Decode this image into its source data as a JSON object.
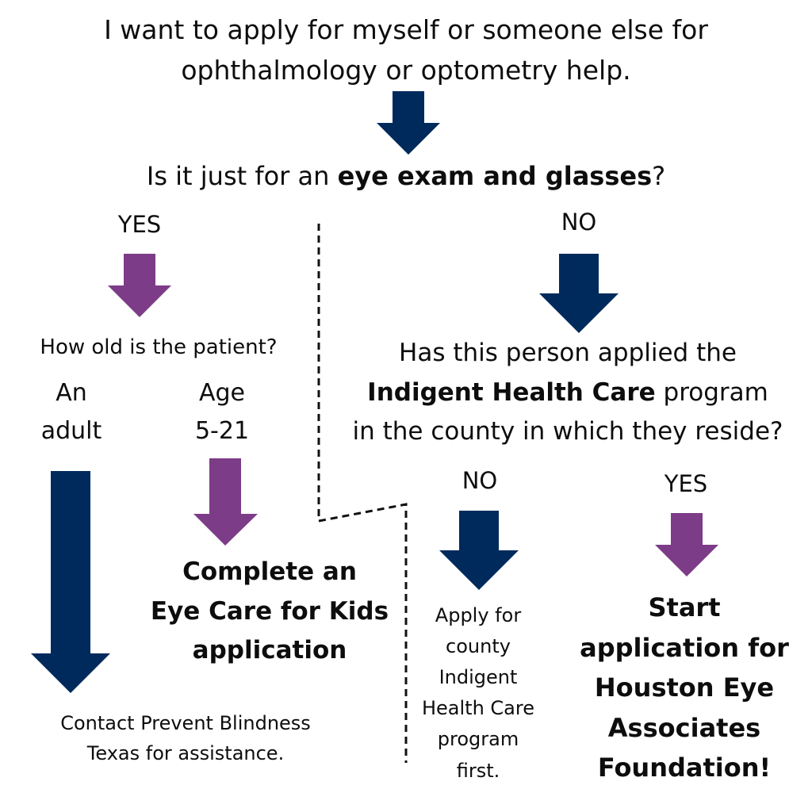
{
  "colors": {
    "text": "#0d0d0d",
    "navy_arrow": "#002a5c",
    "purple_arrow": "#7d3c87",
    "divider": "#111111",
    "background": "#ffffff"
  },
  "title": {
    "line1": "I want to apply for myself or someone else for",
    "line2": "ophthalmology or optometry help."
  },
  "question_exam": {
    "prefix": "Is it just for an ",
    "bold": "eye exam and glasses",
    "suffix": "?"
  },
  "branch_left": {
    "label": "YES",
    "question": "How old is the patient?",
    "option_adult": {
      "line1": "An",
      "line2": "adult"
    },
    "option_kids": {
      "line1": "Age",
      "line2": "5-21"
    },
    "kids_result": {
      "line1": "Complete an",
      "line2": "Eye Care for Kids",
      "line3": "application"
    },
    "adult_result": {
      "line1": "Contact Prevent Blindness",
      "line2": "Texas for assistance."
    }
  },
  "branch_right": {
    "label": "NO",
    "question": {
      "line1": "Has this person applied the",
      "line2_bold": "Indigent Health Care",
      "line2_rest": " program",
      "line3": "in the county in which they reside?"
    },
    "no_label": "NO",
    "no_result": {
      "line1": "Apply for",
      "line2": "county",
      "line3": "Indigent",
      "line4": "Health Care",
      "line5": "program",
      "line6": "first."
    },
    "yes_label": "YES",
    "yes_result": {
      "line1": "Start",
      "line2": "application for",
      "line3": "Houston Eye",
      "line4": "Associates",
      "line5": "Foundation!"
    }
  }
}
